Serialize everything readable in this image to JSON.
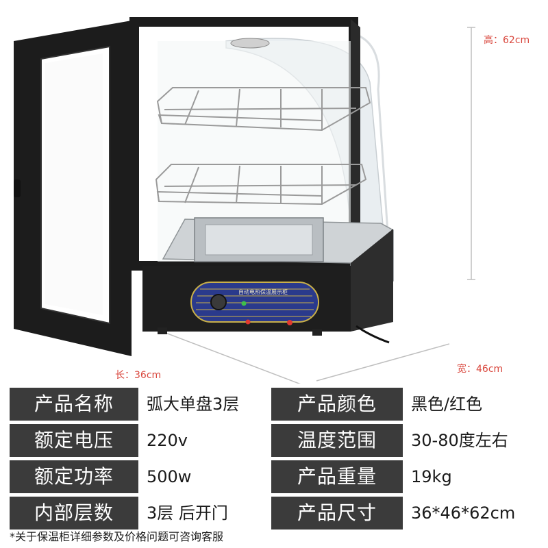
{
  "dimensions": {
    "height_label": "高：62cm",
    "length_label": "长：36cm",
    "width_label": "宽：46cm"
  },
  "panel": {
    "title": "自动电热保温展示柜"
  },
  "specs": {
    "rows": [
      {
        "left_label": "产品名称",
        "left_value": "弧大单盘3层",
        "right_label": "产品颜色",
        "right_value": "黑色/红色"
      },
      {
        "left_label": "额定电压",
        "left_value": "220v",
        "right_label": "温度范围",
        "right_value": "30-80度左右"
      },
      {
        "left_label": "额定功率",
        "left_value": "500w",
        "right_label": "产品重量",
        "right_value": "19kg"
      },
      {
        "left_label": "内部层数",
        "left_value": "3层  后开门",
        "right_label": "产品尺寸",
        "right_value": "36*46*62cm"
      }
    ]
  },
  "footnote": "*关于保温柜详细参数及价格问题可咨询客服",
  "colors": {
    "label_bg": "#3b3b3b",
    "dimension_text": "#d9473d",
    "cabinet": "#1c1c1c",
    "panel_blue": "#2a3a8c"
  }
}
